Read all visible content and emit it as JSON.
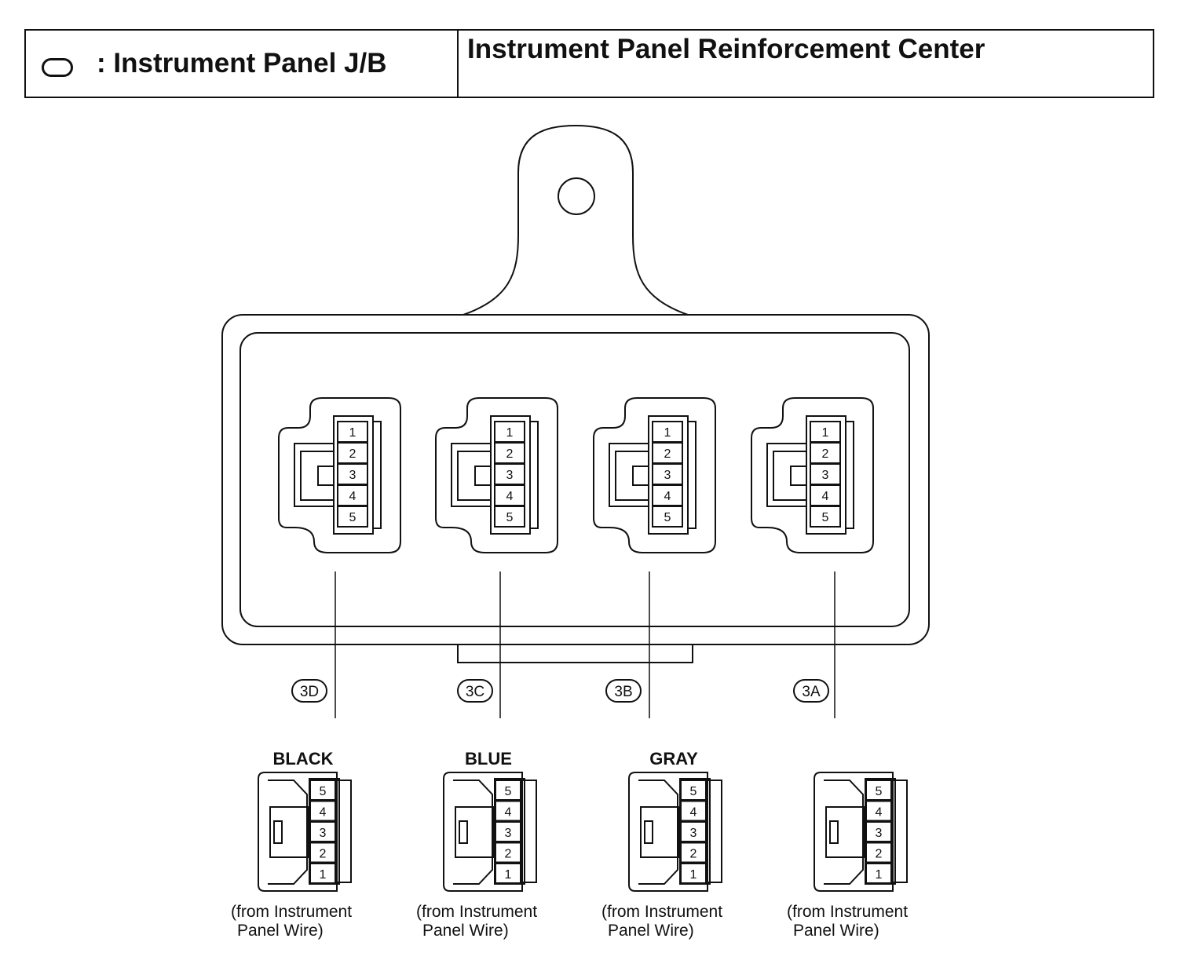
{
  "header": {
    "symbol_icon": "rounded-oval-icon",
    "jb_label": ": Instrument Panel J/B",
    "location": "Instrument Panel Reinforcement Center"
  },
  "connectors": [
    {
      "code": "3D",
      "color": "BLACK",
      "pins": [
        "1",
        "2",
        "3",
        "4",
        "5"
      ],
      "source_line1": "(from Instrument",
      "source_line2": "Panel Wire)"
    },
    {
      "code": "3C",
      "color": "BLUE",
      "pins": [
        "1",
        "2",
        "3",
        "4",
        "5"
      ],
      "source_line1": "(from Instrument",
      "source_line2": "Panel Wire)"
    },
    {
      "code": "3B",
      "color": "GRAY",
      "pins": [
        "1",
        "2",
        "3",
        "4",
        "5"
      ],
      "source_line1": "(from Instrument",
      "source_line2": "Panel Wire)"
    },
    {
      "code": "3A",
      "color": "",
      "pins": [
        "1",
        "2",
        "3",
        "4",
        "5"
      ],
      "source_line1": "(from Instrument",
      "source_line2": "Panel Wire)"
    }
  ]
}
